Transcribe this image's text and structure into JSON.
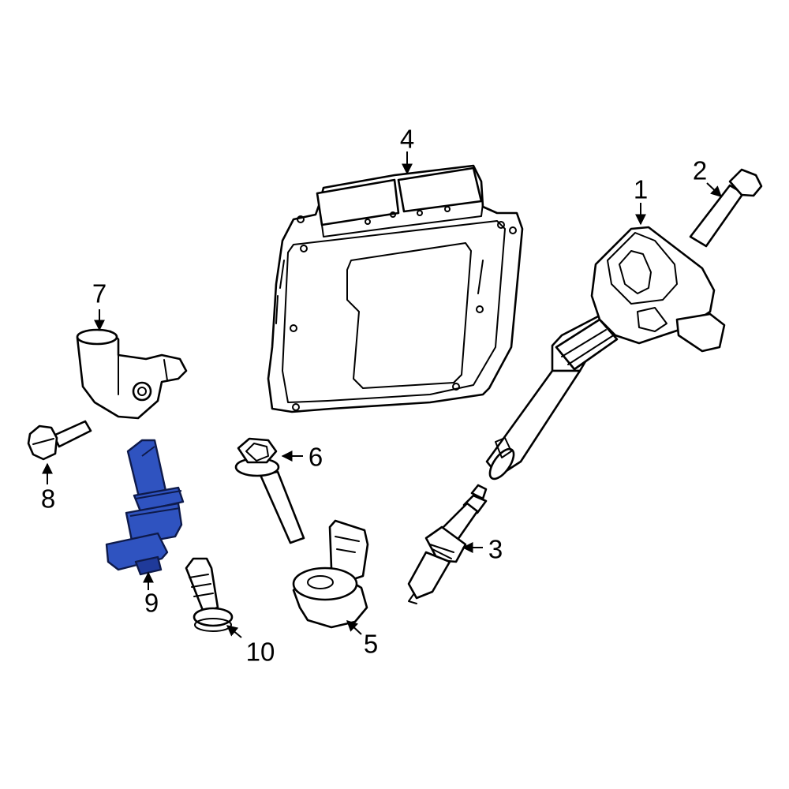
{
  "colors": {
    "line": "#000000",
    "background": "#ffffff",
    "highlight_fill": "#2f53c0",
    "highlight_dark": "#1f3a9a"
  },
  "highlighted_part": "9",
  "callouts": [
    {
      "id": "1",
      "label": "1"
    },
    {
      "id": "2",
      "label": "2"
    },
    {
      "id": "3",
      "label": "3"
    },
    {
      "id": "4",
      "label": "4"
    },
    {
      "id": "5",
      "label": "5"
    },
    {
      "id": "6",
      "label": "6"
    },
    {
      "id": "7",
      "label": "7"
    },
    {
      "id": "8",
      "label": "8"
    },
    {
      "id": "9",
      "label": "9"
    },
    {
      "id": "10",
      "label": "10"
    }
  ]
}
